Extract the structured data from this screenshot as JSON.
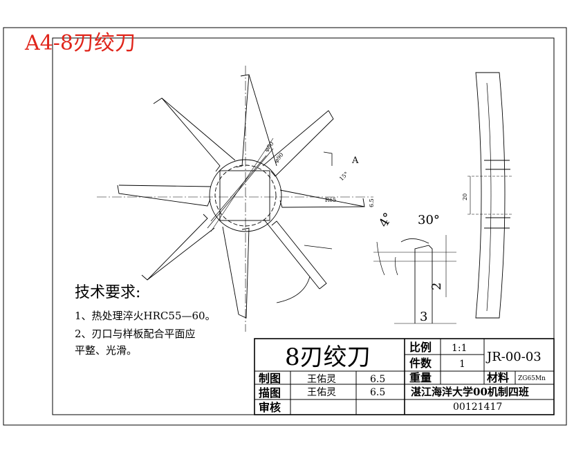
{
  "sheet_label": "A4-8刃绞刀",
  "requirements": {
    "heading": "技术要求:",
    "line1": "1、热处理淬火HRC55—60。",
    "line2": "2、刃口与样板配合平面应",
    "line3": "平整、光滑。"
  },
  "dimensions": {
    "view_a": "A",
    "angle_15": "15°",
    "dia_80": "φ80",
    "dia_90": "φ90",
    "r65": "R65",
    "d65": "6.5",
    "angle_4": "4°",
    "angle_30": "30°",
    "d2": "2",
    "d3": "3",
    "d20": "20"
  },
  "title_block": {
    "part_name": "8刃绞刀",
    "scale_label": "比例",
    "scale_value": "1:1",
    "qty_label": "件数",
    "qty_value": "1",
    "weight_label": "重量",
    "material_label": "材料",
    "material_value": "ZG65Mn",
    "drawing_no": "JR-00-03",
    "drawn_label": "制图",
    "drawn_name": "王佑灵",
    "drawn_date": "6.5",
    "traced_label": "描图",
    "traced_name": "王佑灵",
    "traced_date": "6.5",
    "checked_label": "审核",
    "school": "湛江海洋大学00机制四班",
    "student_id": "00121417"
  }
}
